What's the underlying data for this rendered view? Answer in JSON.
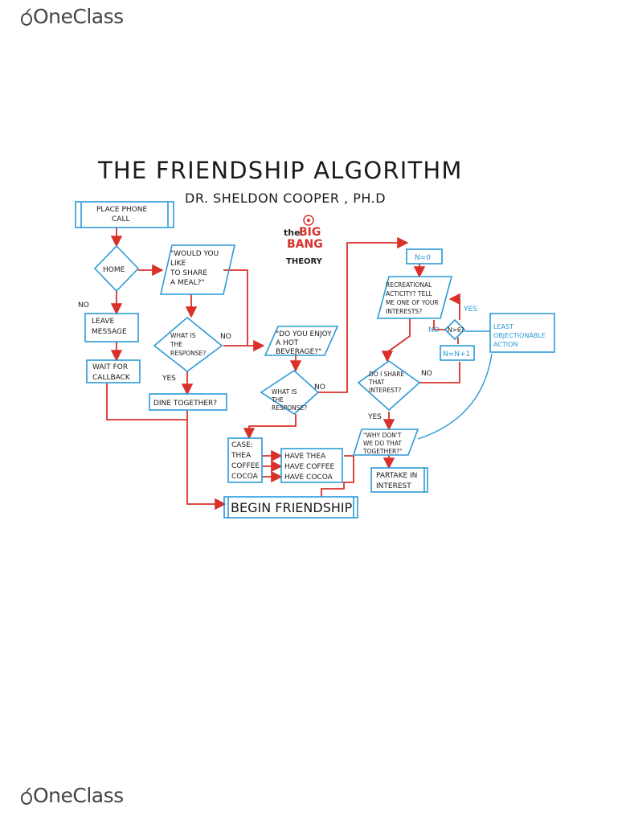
{
  "brand": {
    "name": "OneClass"
  },
  "title": "THE FRIENDSHIP ALGORITHM",
  "subtitle": "DR. SHELDON COOPER ,  PH.D",
  "logo": {
    "line1": "the",
    "line2": "BIG",
    "line3": "BANG",
    "line4": "THEORY"
  },
  "nodes": {
    "place_phone": [
      "PLACE PHONE",
      "CALL"
    ],
    "home": "HOME",
    "no_home": "NO",
    "leave_message": [
      "LEAVE",
      "MESSAGE"
    ],
    "wait_callback": [
      "WAIT FOR",
      "CALLBACK"
    ],
    "share_meal": [
      "\"WOULD YOU",
      "LIKE",
      "TO SHARE",
      "A MEAL?\""
    ],
    "response1": [
      "WHAT IS",
      "THE",
      "RESPONSE?"
    ],
    "no_resp1": "NO",
    "yes_resp1": "YES",
    "dine_together": "DINE TOGETHER?",
    "hot_beverage": [
      "\"DO YOU ENJOY",
      "A HOT",
      "BEVERAGE?\""
    ],
    "response2": [
      "WHAT IS",
      "THE",
      "RESPONSE?"
    ],
    "no_resp2": "NO",
    "case": [
      "CASE:",
      "THEA",
      "COFFEE",
      "COCOA"
    ],
    "have": [
      "HAVE THEA",
      "HAVE COFFEE",
      "HAVE COCOA"
    ],
    "begin": "BEGIN FRIENDSHIP",
    "n_zero": "N=0",
    "recreational": [
      "RECREATIONAL",
      "ACTICITY? TELL",
      "ME ONE OF YOUR",
      "INTERESTS?"
    ],
    "yes_loop": "YES",
    "no_loop": "NO",
    "n_check": "N>6?",
    "least": [
      "LEAST",
      "OBJECTIONABLE",
      "ACTION"
    ],
    "n_inc": "N=N+1",
    "share_interest": [
      "DO I SHARE",
      "THAT",
      "INTEREST?"
    ],
    "no_share": "NO",
    "yes_share": "YES",
    "why_dont": [
      "\"WHY DON'T",
      "WE DO THAT",
      "TOGETHER?\""
    ],
    "partake": [
      "PARTAKE IN",
      "INTEREST"
    ]
  }
}
